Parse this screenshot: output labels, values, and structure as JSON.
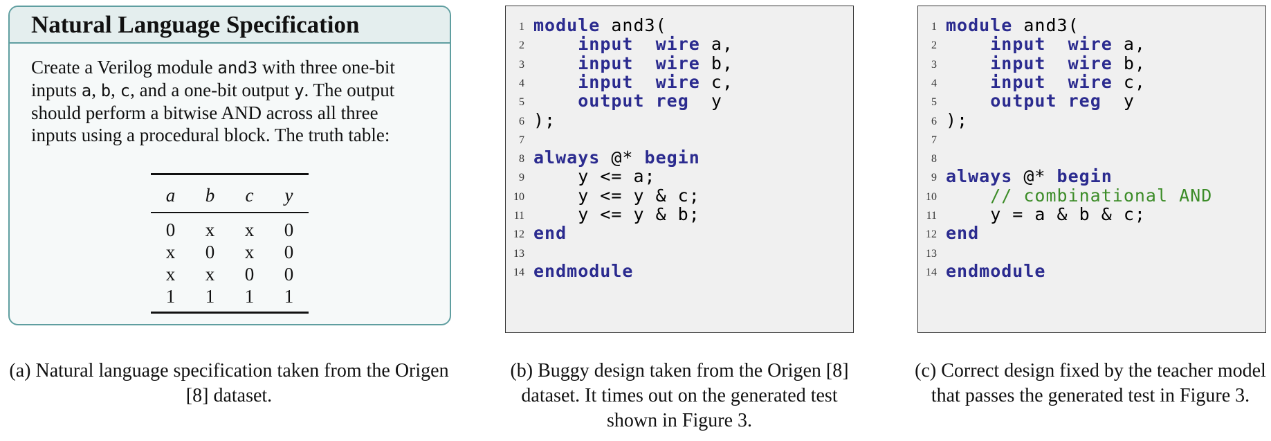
{
  "spec": {
    "title": "Natural Language Specification",
    "p1": "Create a Verilog module ",
    "module_name": "and3",
    "p2": " with three one-bit inputs ",
    "in_a": "a",
    "comma1": ", ",
    "in_b": "b",
    "comma2": ", ",
    "in_c": "c",
    "p3": ", and a one-bit output ",
    "out_y": "y",
    "p4": ". The output should perform a bitwise AND across all three inputs using a procedural block. The truth table:",
    "table": {
      "headers": [
        "a",
        "b",
        "c",
        "y"
      ],
      "rows": [
        [
          "0",
          "x",
          "x",
          "0"
        ],
        [
          "x",
          "0",
          "x",
          "0"
        ],
        [
          "x",
          "x",
          "0",
          "0"
        ],
        [
          "1",
          "1",
          "1",
          "1"
        ]
      ]
    }
  },
  "code_buggy": {
    "lines": [
      {
        "n": "1",
        "kw": "module",
        "rest": " and3("
      },
      {
        "n": "2",
        "pre": "    ",
        "kw": "input",
        "mid": "  ",
        "kw2": "wire",
        "rest": " a,"
      },
      {
        "n": "3",
        "pre": "    ",
        "kw": "input",
        "mid": "  ",
        "kw2": "wire",
        "rest": " b,"
      },
      {
        "n": "4",
        "pre": "    ",
        "kw": "input",
        "mid": "  ",
        "kw2": "wire",
        "rest": " c,"
      },
      {
        "n": "5",
        "pre": "    ",
        "kw": "output",
        "mid": " ",
        "kw2": "reg",
        "rest": "  y"
      },
      {
        "n": "6",
        "rest": ");"
      },
      {
        "n": "7",
        "rest": ""
      },
      {
        "n": "8",
        "kw": "always",
        "mid": " @* ",
        "kw2": "begin",
        "rest": ""
      },
      {
        "n": "9",
        "rest": "    y <= a;"
      },
      {
        "n": "10",
        "rest": "    y <= y & c;"
      },
      {
        "n": "11",
        "rest": "    y <= y & b;"
      },
      {
        "n": "12",
        "kw": "end",
        "rest": ""
      },
      {
        "n": "13",
        "rest": ""
      },
      {
        "n": "14",
        "kw": "endmodule",
        "rest": ""
      }
    ]
  },
  "code_fixed": {
    "lines": [
      {
        "n": "1",
        "kw": "module",
        "rest": " and3("
      },
      {
        "n": "2",
        "pre": "    ",
        "kw": "input",
        "mid": "  ",
        "kw2": "wire",
        "rest": " a,"
      },
      {
        "n": "3",
        "pre": "    ",
        "kw": "input",
        "mid": "  ",
        "kw2": "wire",
        "rest": " b,"
      },
      {
        "n": "4",
        "pre": "    ",
        "kw": "input",
        "mid": "  ",
        "kw2": "wire",
        "rest": " c,"
      },
      {
        "n": "5",
        "pre": "    ",
        "kw": "output",
        "mid": " ",
        "kw2": "reg",
        "rest": "  y"
      },
      {
        "n": "6",
        "rest": ");"
      },
      {
        "n": "7",
        "rest": ""
      },
      {
        "n": "8",
        "rest": ""
      },
      {
        "n": "9",
        "kw": "always",
        "mid": " @* ",
        "kw2": "begin",
        "rest": ""
      },
      {
        "n": "10",
        "pre": "    ",
        "comment": "// combinational AND"
      },
      {
        "n": "11",
        "rest": "    y = a & b & c;"
      },
      {
        "n": "12",
        "kw": "end",
        "rest": ""
      },
      {
        "n": "13",
        "rest": ""
      },
      {
        "n": "14",
        "kw": "endmodule",
        "rest": ""
      }
    ]
  },
  "captions": {
    "a": "(a) Natural language specification taken from the Origen [8] dataset.",
    "b": "(b) Buggy design taken from the Origen [8] dataset. It times out on the generated test shown in Figure 3.",
    "c": "(c) Correct design fixed by the teacher model that passes the generated test in Figure 3."
  },
  "colors": {
    "box_border": "#5f9ea0",
    "box_header": "#e4eeee",
    "keyword": "#2b2b8f",
    "comment": "#3c8c28",
    "code_bg": "#f0f0f0"
  }
}
